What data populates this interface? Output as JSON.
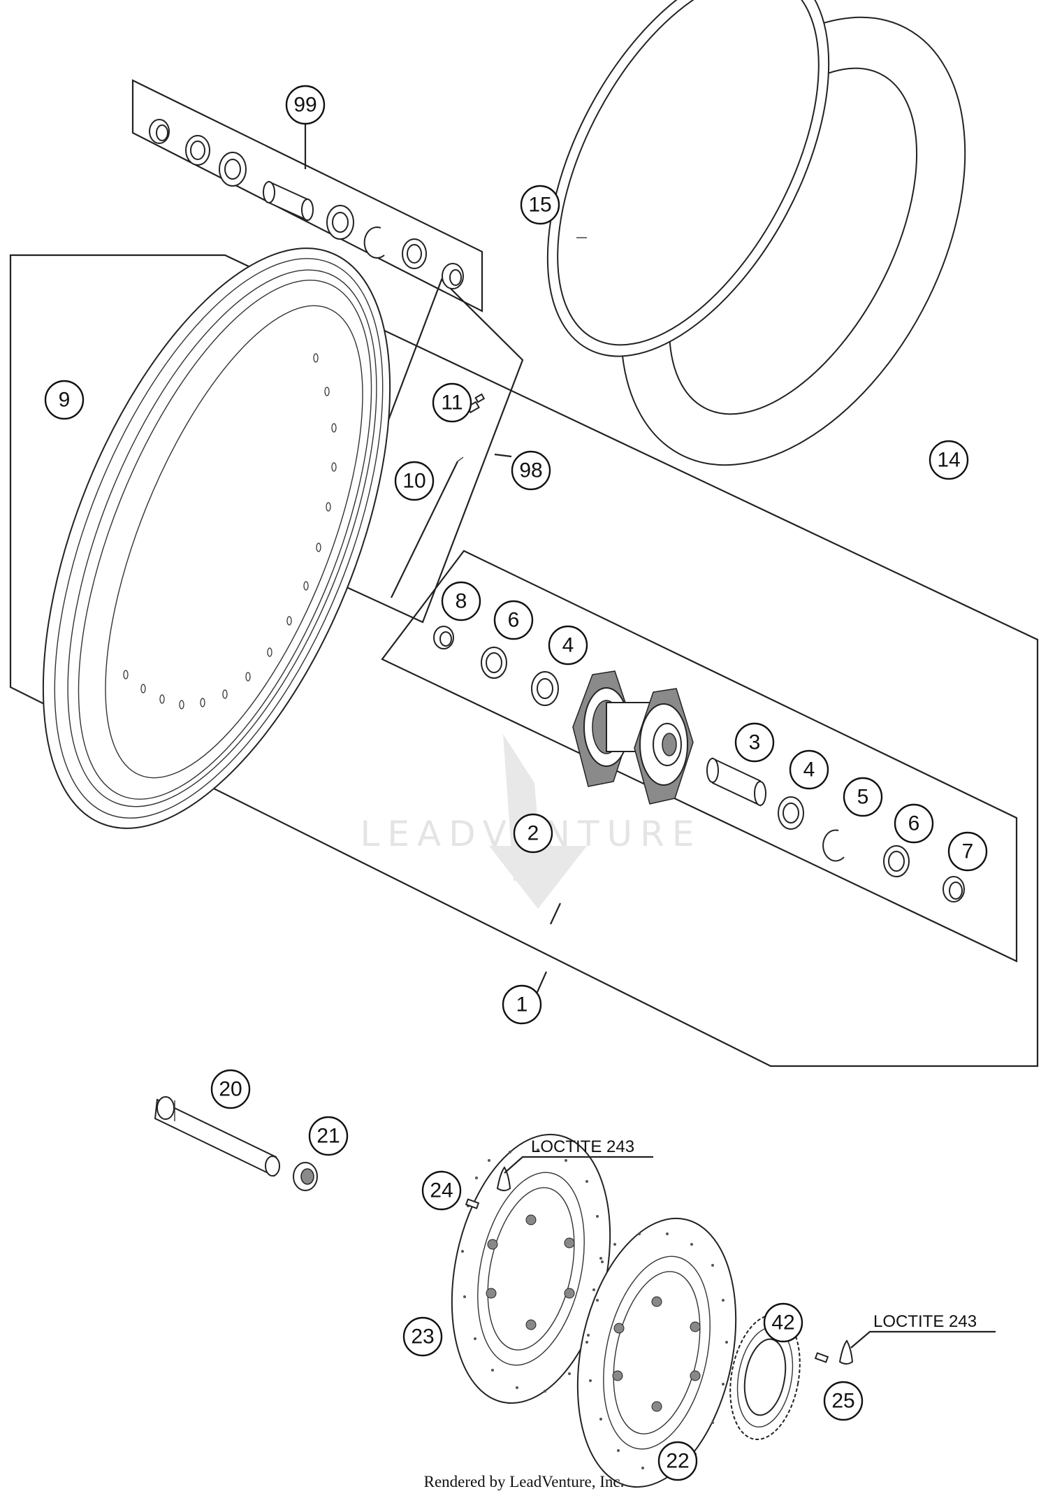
{
  "labels": {
    "p1": "1",
    "p2": "2",
    "p3": "3",
    "p4a": "4",
    "p4b": "4",
    "p5": "5",
    "p6a": "6",
    "p6b": "6",
    "p7": "7",
    "p8": "8",
    "p9": "9",
    "p10": "10",
    "p11": "11",
    "p14": "14",
    "p15": "15",
    "p20": "20",
    "p21": "21",
    "p22": "22",
    "p23": "23",
    "p24": "24",
    "p25": "25",
    "p42": "42",
    "p98": "98",
    "p99": "99"
  },
  "notes": {
    "loctite_left": "LOCTITE 243",
    "loctite_right": "LOCTITE 243"
  },
  "watermark": "LEADVENTURE",
  "footer": "Rendered by LeadVenture, Inc."
}
